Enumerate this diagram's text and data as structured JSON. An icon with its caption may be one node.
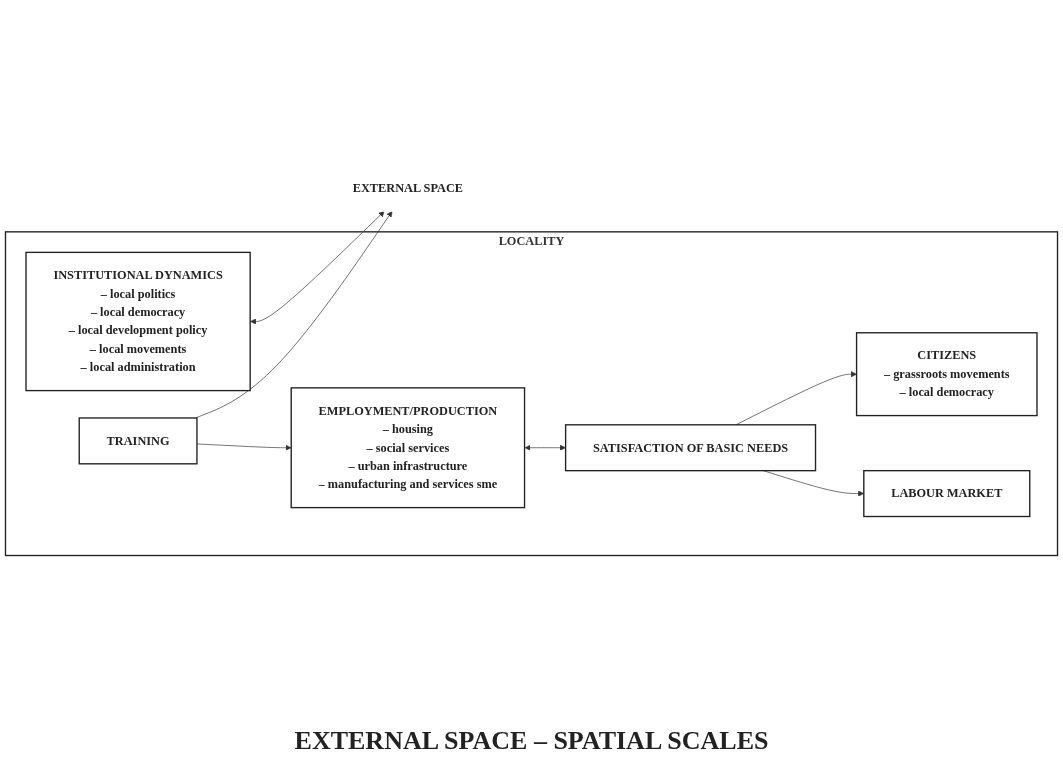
{
  "diagram": {
    "nodes": [
      {
        "text": [
          "LOCALITY"
        ]
      },
      {
        "text": [
          "INSTITUTIONAL DYNAMICS",
          "– local politics",
          "– local democracy",
          "– local development policy",
          "– local movements",
          "– local administration"
        ],
        "in": 0
      },
      {
        "text": [
          "TRAINING"
        ],
        "in": 0
      },
      {
        "text": [
          "CITIZENS",
          "– grassroots movements",
          "– local democracy"
        ],
        "in": 0
      },
      {
        "text": [
          "EMPLOYMENT/PRODUCTION",
          "– housing",
          "– social services",
          "– urban infrastructure",
          "– manufacturing and services sme"
        ],
        "in": 0
      },
      {
        "text": [
          "LABOUR MARKET"
        ],
        "in": 0
      },
      {
        "text": [
          "SATISFACTION OF BASIC NEEDS"
        ],
        "in": 0
      },
      {
        "text": [
          "EXTERNAL SPACE"
        ]
      }
    ],
    "edges": [
      {
        "from": 1,
        "to": 7,
        "arrow": "both"
      },
      {
        "from": 2,
        "to": 7,
        "arrow": "to"
      },
      {
        "from": 2,
        "to": 4,
        "arrow": "to"
      },
      {
        "from": 4,
        "to": 6,
        "arrow": "both"
      },
      {
        "from": 6,
        "to": 3,
        "arrow": "to"
      },
      {
        "from": 6,
        "to": 5,
        "arrow": "to"
      }
    ],
    "caption": "EXTERNAL SPACE – SPATIAL SCALES"
  }
}
